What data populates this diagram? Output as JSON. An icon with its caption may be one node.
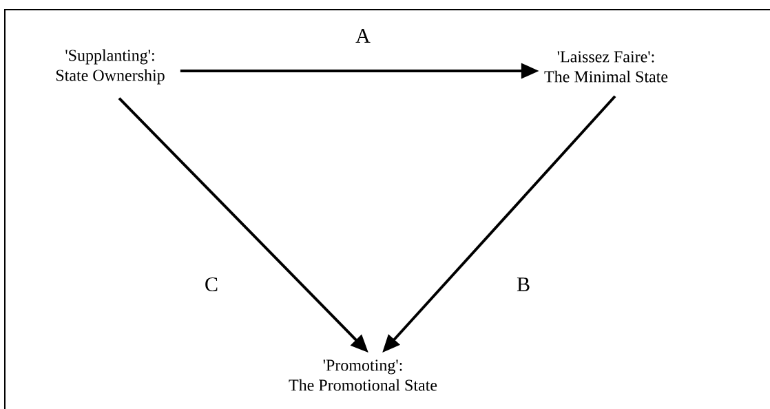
{
  "diagram": {
    "nodes": [
      {
        "text": [
          "'Supplanting':",
          "State Ownership"
        ]
      },
      {
        "text": [
          "'Laissez Faire':",
          "The Minimal State"
        ]
      },
      {
        "text": [
          "'Promoting':",
          "The Promotional State"
        ]
      }
    ],
    "edges": [
      {
        "from": 0,
        "to": 1,
        "arrow": "to",
        "label": "A"
      },
      {
        "from": 1,
        "to": 2,
        "arrow": "to",
        "label": "B"
      },
      {
        "from": 0,
        "to": 2,
        "arrow": "to",
        "label": "C"
      }
    ]
  }
}
